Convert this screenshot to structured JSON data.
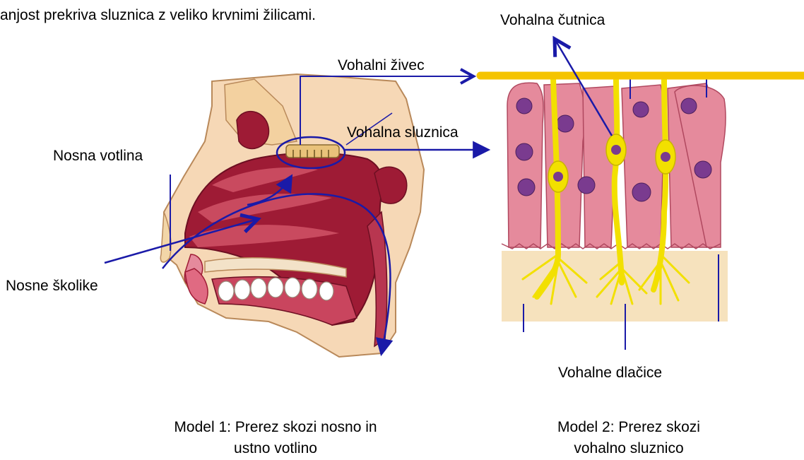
{
  "intro_text": "anjost prekriva sluznica z veliko krvnimi žilicami.",
  "labels": {
    "olfactory_receptor_cell": "Vohalna čutnica",
    "olfactory_nerve": "Vohalni živec",
    "olfactory_mucosa": "Vohalna sluznica",
    "nasal_cavity": "Nosna votlina",
    "nasal_conchae": "Nosne školike",
    "olfactory_hairs": "Vohalne dlačice"
  },
  "captions": {
    "model1_line1": "Model 1: Prerez skozi nosno in",
    "model1_line2": "ustno votlino",
    "model2_line1": "Model 2: Prerez skozi",
    "model2_line2": "vohalno sluznico"
  },
  "colors": {
    "annotation": "#1a1aa8",
    "nerve": "#f5c400",
    "tissue_dark": "#9e1b35",
    "tissue_light": "#f2a6a6",
    "bone": "#f2d6a8",
    "cell_pink": "#e58a9c",
    "nucleus": "#7a3b8f",
    "neuron": "#f2e000"
  }
}
